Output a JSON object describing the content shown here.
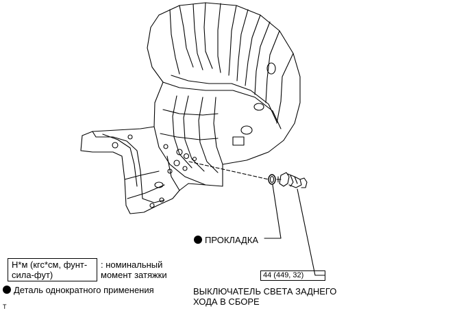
{
  "gasket_label": "ПРОКЛАДКА",
  "torque_value": "44 (449, 32)",
  "switch_label_line1": "ВЫКЛЮЧАТЕЛЬ СВЕТА ЗАДНЕГО",
  "switch_label_line2": "ХОДА В СБОРЕ",
  "legend": {
    "unit_line1": "Н*м (кгс*см, фунт-",
    "unit_line2": "сила-фут)",
    "unit_desc_line1": ": номинальный",
    "unit_desc_line2": "момент затяжки",
    "non_reusable": "Деталь однократного применения"
  },
  "corner_mark": "T",
  "colors": {
    "ink": "#000000",
    "background": "#ffffff"
  }
}
